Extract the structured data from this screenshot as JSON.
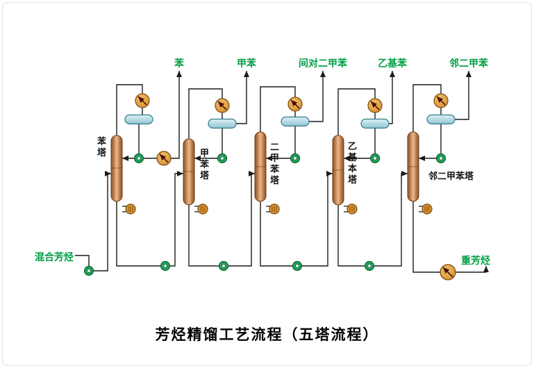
{
  "title": "芳烃精馏工艺流程（五塔流程）",
  "feed": {
    "label": "混合芳烃"
  },
  "heavy": {
    "label": "重芳烃"
  },
  "products": [
    {
      "label": "苯"
    },
    {
      "label": "甲苯"
    },
    {
      "label": "间对二甲苯"
    },
    {
      "label": "乙基苯"
    },
    {
      "label": "邻二甲苯"
    }
  ],
  "towers": [
    {
      "label": "苯塔"
    },
    {
      "label": "甲苯塔"
    },
    {
      "label": "二甲苯塔"
    },
    {
      "label": "乙基本塔"
    },
    {
      "label": "邻二甲苯塔"
    }
  ],
  "symbols": {
    "condenser": "air-cooler-icon",
    "reflux_drum": "reflux-drum",
    "pump": "pump-icon",
    "reboiler": "reboiler-icon"
  },
  "colors": {
    "label_green": "#009e45",
    "line_black": "#1a1a1a",
    "tower_copper": "#c08050",
    "drum_blue": "#b5dce8",
    "pump_green": "#25a05a",
    "exchanger_orange": "#e09a35",
    "arrow_maroon": "#4d1212"
  }
}
